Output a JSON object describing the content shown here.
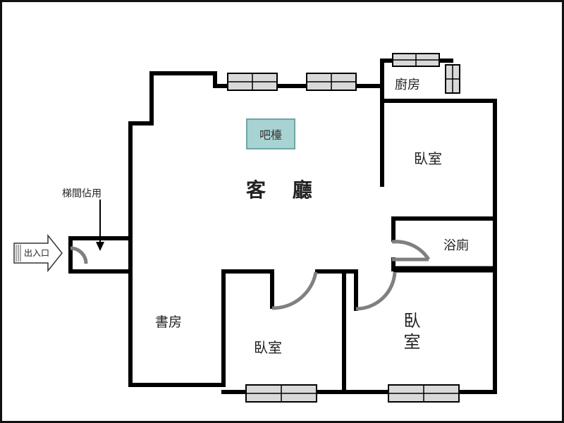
{
  "labels": {
    "kitchen": "廚房",
    "bar": "吧檯",
    "living_room": "客 廳",
    "bedroom_east": "臥室",
    "bath": "浴廁",
    "stair_note": "梯間佔用",
    "entrance": "出入口",
    "study": "書房",
    "bedroom_south": "臥室",
    "bedroom_southeast": "臥室"
  },
  "colors": {
    "wall": "#000000",
    "door_arc": "#808080",
    "bar_fill": "#a8d3d3",
    "window_fill": "#d9d9d9"
  }
}
